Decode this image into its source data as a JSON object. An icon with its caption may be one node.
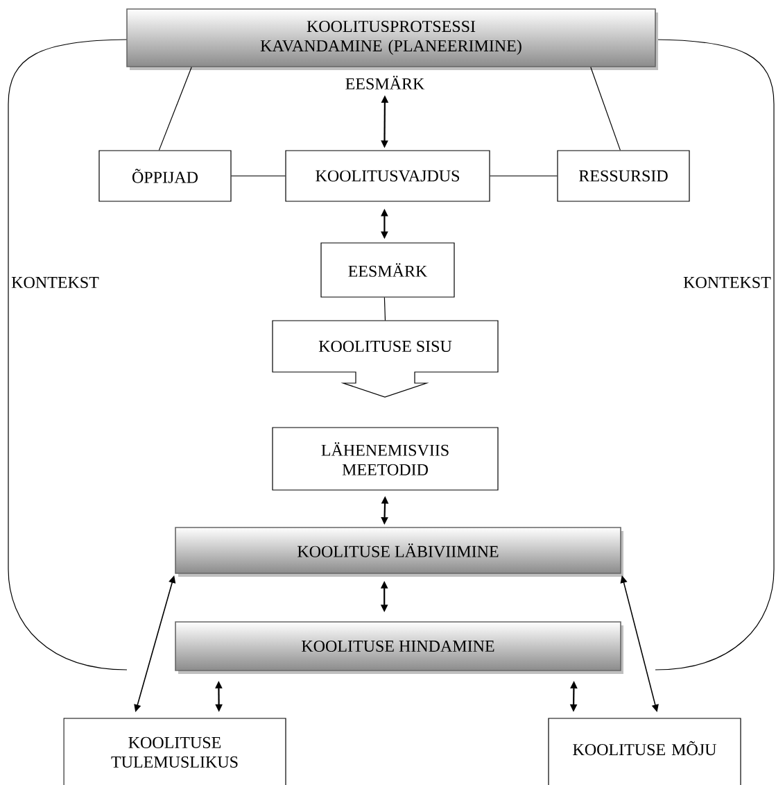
{
  "diagram": {
    "nodes": [
      {
        "text": [
          "KOOLITUSPROTSESSI KAVANDAMINE (PLANEERIMINE)"
        ]
      },
      {
        "text": [
          "EESMÄRK"
        ]
      },
      {
        "text": [
          "ÕPPIJAD"
        ]
      },
      {
        "text": [
          "KOOLITUSVAJDUS"
        ]
      },
      {
        "text": [
          "RESSURSID"
        ]
      },
      {
        "text": [
          "EESMÄRK"
        ]
      },
      {
        "text": [
          "KOOLITUSE SISU"
        ]
      },
      {
        "text": [
          "LÄHENEMISVIIS MEETODID"
        ]
      },
      {
        "text": [
          "KOOLITUSE LÄBIVIIMINE"
        ]
      },
      {
        "text": [
          "KOOLITUSE HINDAMINE"
        ]
      },
      {
        "text": [
          "KOOLITUSE TULEMUSLIKUS"
        ]
      },
      {
        "text": [
          "KOOLITUSE MÕJU"
        ]
      }
    ],
    "edges": [
      {
        "from": 0,
        "to": 2,
        "arrow": "none"
      },
      {
        "from": 0,
        "to": 4,
        "arrow": "none"
      },
      {
        "from": 2,
        "to": 3,
        "arrow": "none"
      },
      {
        "from": 3,
        "to": 4,
        "arrow": "none"
      },
      {
        "from": 1,
        "to": 3,
        "arrow": "both"
      },
      {
        "from": 3,
        "to": 5,
        "arrow": "both"
      },
      {
        "from": 5,
        "to": 6,
        "arrow": "none"
      },
      {
        "from": 7,
        "to": 8,
        "arrow": "both"
      },
      {
        "from": 8,
        "to": 9,
        "arrow": "both"
      },
      {
        "from": 8,
        "to": 10,
        "arrow": "both"
      },
      {
        "from": 9,
        "to": 10,
        "arrow": "both"
      },
      {
        "from": 8,
        "to": 11,
        "arrow": "both"
      },
      {
        "from": 9,
        "to": 11,
        "arrow": "both"
      }
    ],
    "labels": [
      "KONTEKST",
      "KONTEKST"
    ]
  }
}
